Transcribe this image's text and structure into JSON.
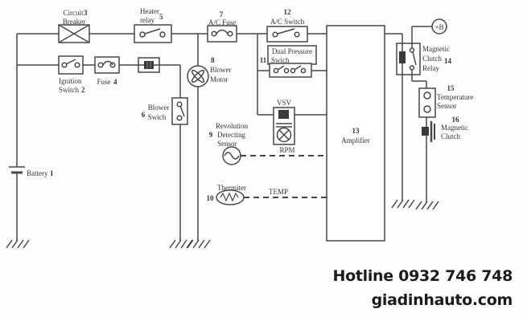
{
  "colors": {
    "wire": "#474747",
    "text": "#333333",
    "footer": "#1b1b1b",
    "background": "#fefefe"
  },
  "footer": {
    "hotline": "Hotline 0932 746 748",
    "website": "giadinhauto.com"
  },
  "diagram": {
    "battery": {
      "num": "1",
      "label": "Battery"
    },
    "ignition_switch": {
      "num": "2",
      "lines": [
        "Ignition",
        "Switch"
      ]
    },
    "circuit_breaker": {
      "num": "3",
      "lines": [
        "Circuit",
        "Breaker"
      ]
    },
    "fuse": {
      "num": "4",
      "label": "Fuse"
    },
    "heater_relay": {
      "num": "5",
      "lines": [
        "Heater",
        "relay"
      ]
    },
    "blower_switch": {
      "num": "6",
      "lines": [
        "Blower",
        "Swich"
      ]
    },
    "ac_fuse": {
      "num": "7",
      "label": "A/C Fuse"
    },
    "blower_motor": {
      "num": "8",
      "lines": [
        "Blower",
        "Motor"
      ]
    },
    "rev_sensor": {
      "num": "9",
      "lines": [
        "Revolution",
        "Detecting",
        "Sensor"
      ]
    },
    "thermistor": {
      "num": "10",
      "label": "Thermiter",
      "signal": "TEMP"
    },
    "dual_pressure_switch": {
      "num": "11",
      "lines": [
        "Dual Pressure",
        "Swich"
      ]
    },
    "ac_switch": {
      "num": "12",
      "label": "A/C Switch"
    },
    "amplifier": {
      "num": "13",
      "label": "Amplifier"
    },
    "magnetic_clutch_relay": {
      "num": "14",
      "lines": [
        "Magnetic",
        "Clutch",
        "Relay"
      ]
    },
    "temperature_sensor": {
      "num": "15",
      "lines": [
        "Temperature",
        "Sensor"
      ]
    },
    "magnetic_clutch": {
      "num": "16",
      "lines": [
        "Magnetic",
        "Clutch"
      ]
    },
    "plus_b": {
      "label": "+B"
    },
    "vsv": {
      "label": "VSV",
      "signal": "RPM"
    }
  }
}
